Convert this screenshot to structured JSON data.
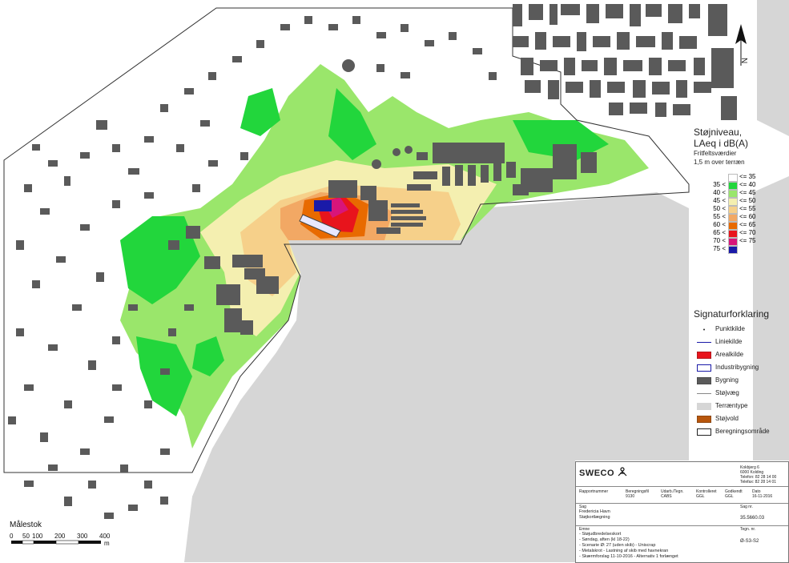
{
  "legend": {
    "title_line1": "Støjniveau,",
    "title_line2": "LAeq i dB(A)",
    "subtitle_line1": "Fritfeltsværdier",
    "subtitle_line2": "1,5 m over terræn",
    "rows": [
      {
        "lo": "",
        "hi": "<= 35",
        "color": "#ffffff"
      },
      {
        "lo": "35 <",
        "hi": "<= 40",
        "color": "#22d63c"
      },
      {
        "lo": "40 <",
        "hi": "<= 45",
        "color": "#9ae66b"
      },
      {
        "lo": "45 <",
        "hi": "<= 50",
        "color": "#f4efb0"
      },
      {
        "lo": "50 <",
        "hi": "<= 55",
        "color": "#f6d08a"
      },
      {
        "lo": "55 <",
        "hi": "<= 60",
        "color": "#f2a864"
      },
      {
        "lo": "60 <",
        "hi": "<= 65",
        "color": "#e86a00"
      },
      {
        "lo": "65 <",
        "hi": "<= 70",
        "color": "#e8141c"
      },
      {
        "lo": "70 <",
        "hi": "<= 75",
        "color": "#d8157a"
      },
      {
        "lo": "75 <",
        "hi": "",
        "color": "#1a1aa8"
      }
    ]
  },
  "signatur": {
    "title": "Signaturforklaring",
    "items": [
      {
        "label": "Punktkilde",
        "symbol": "point-source-icon"
      },
      {
        "label": "Liniekilde",
        "symbol": "line-source-icon"
      },
      {
        "label": "Arealkilde",
        "symbol": "area-source-icon"
      },
      {
        "label": "Industribygning",
        "symbol": "industrial-building-icon"
      },
      {
        "label": "Bygning",
        "symbol": "building-icon"
      },
      {
        "label": "Støjvæg",
        "symbol": "noise-wall-icon"
      },
      {
        "label": "Terræntype",
        "symbol": "terrain-type-icon"
      },
      {
        "label": "Støjvold",
        "symbol": "noise-embankment-icon"
      },
      {
        "label": "Beregningsområde",
        "symbol": "calculation-area-icon"
      }
    ]
  },
  "title_block": {
    "logo": "SWECO",
    "address": [
      "Kokbjerg 6",
      "6000 Kolding",
      "Telefon: 82 28 14 00",
      "Telefax: 82 28 14 01"
    ],
    "headers": [
      "Rapportnummer",
      "Beregningsfil",
      "Udarb./Tegn.",
      "Kontrolleret",
      "Godkendt",
      "Dato"
    ],
    "values": [
      "",
      "9130",
      "CABS",
      "GGL",
      "GGL",
      "16-11-2016"
    ],
    "sag_label": "Sag",
    "sag_lines": [
      "Fredericia Havn",
      "Støjkortlægning"
    ],
    "sagnr_label": "Sag nr.",
    "sagnr": "35.5660.03",
    "emne_label": "Emne",
    "emne_lines": [
      "- Støjudbredelseskort",
      "- Søndag, aften (kl 18-22)",
      "- Scenarie Ø: 27 (uden skib) - Uniscrap",
      "- Metalskrot - Lastning af skib med havnekran",
      "- Skærmforslag 11-10-2016 - Alternativ 1 forlænget"
    ],
    "tegnnr_label": "Tegn. nr.",
    "tegnnr": "Ø-S3-S2"
  },
  "scalebar": {
    "title": "Målestok",
    "ticks": [
      "0",
      "50",
      "100",
      "200",
      "300",
      "400"
    ],
    "unit": "m"
  },
  "north_arrow": "N",
  "colors": {
    "sea": "#d6d6d6",
    "building": "#5a5a5a",
    "source_red": "#e8141c",
    "source_blue": "#1a1aa8"
  }
}
